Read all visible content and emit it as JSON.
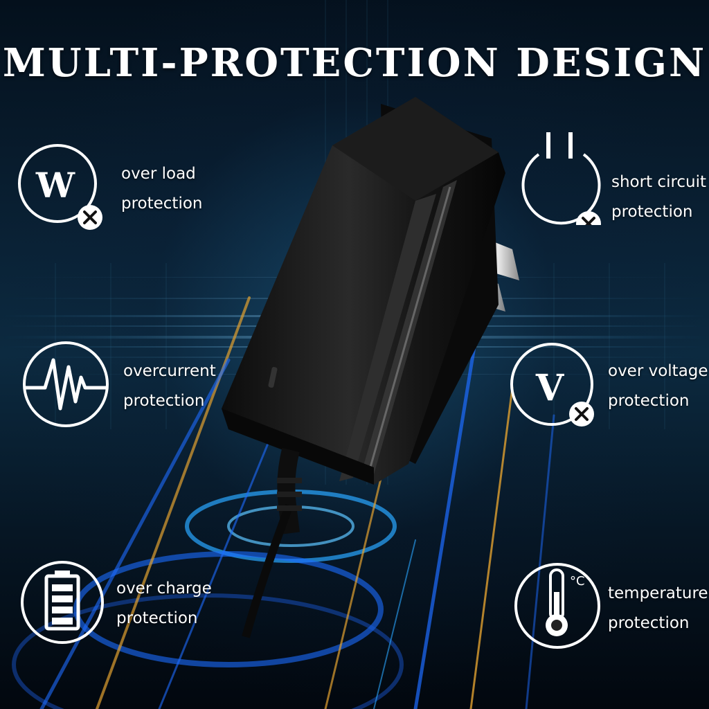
{
  "title": "MULTI-PROTECTION DESIGN",
  "features": {
    "over_load": {
      "icon": "overload-w-icon",
      "line1": "over load",
      "line2": "protection",
      "glyph": "W"
    },
    "short_circuit": {
      "icon": "short-circuit-power-icon",
      "line1": "short circuit",
      "line2": "protection"
    },
    "overcurrent": {
      "icon": "overcurrent-wave-icon",
      "line1": "overcurrent",
      "line2": "protection"
    },
    "over_voltage": {
      "icon": "overvoltage-v-icon",
      "line1": "over voltage",
      "line2": "protection",
      "glyph": "V"
    },
    "over_charge": {
      "icon": "battery-icon",
      "line1": "over charge",
      "line2": "protection"
    },
    "temperature": {
      "icon": "thermometer-icon",
      "line1": "temperature",
      "line2": "protection",
      "unit": "°C"
    }
  },
  "colors": {
    "text": "#ffffff",
    "background": "#0a2236",
    "accent_blue": "#1e6cff",
    "accent_gold": "#e0a030",
    "adapter": "#1a1a1a"
  }
}
